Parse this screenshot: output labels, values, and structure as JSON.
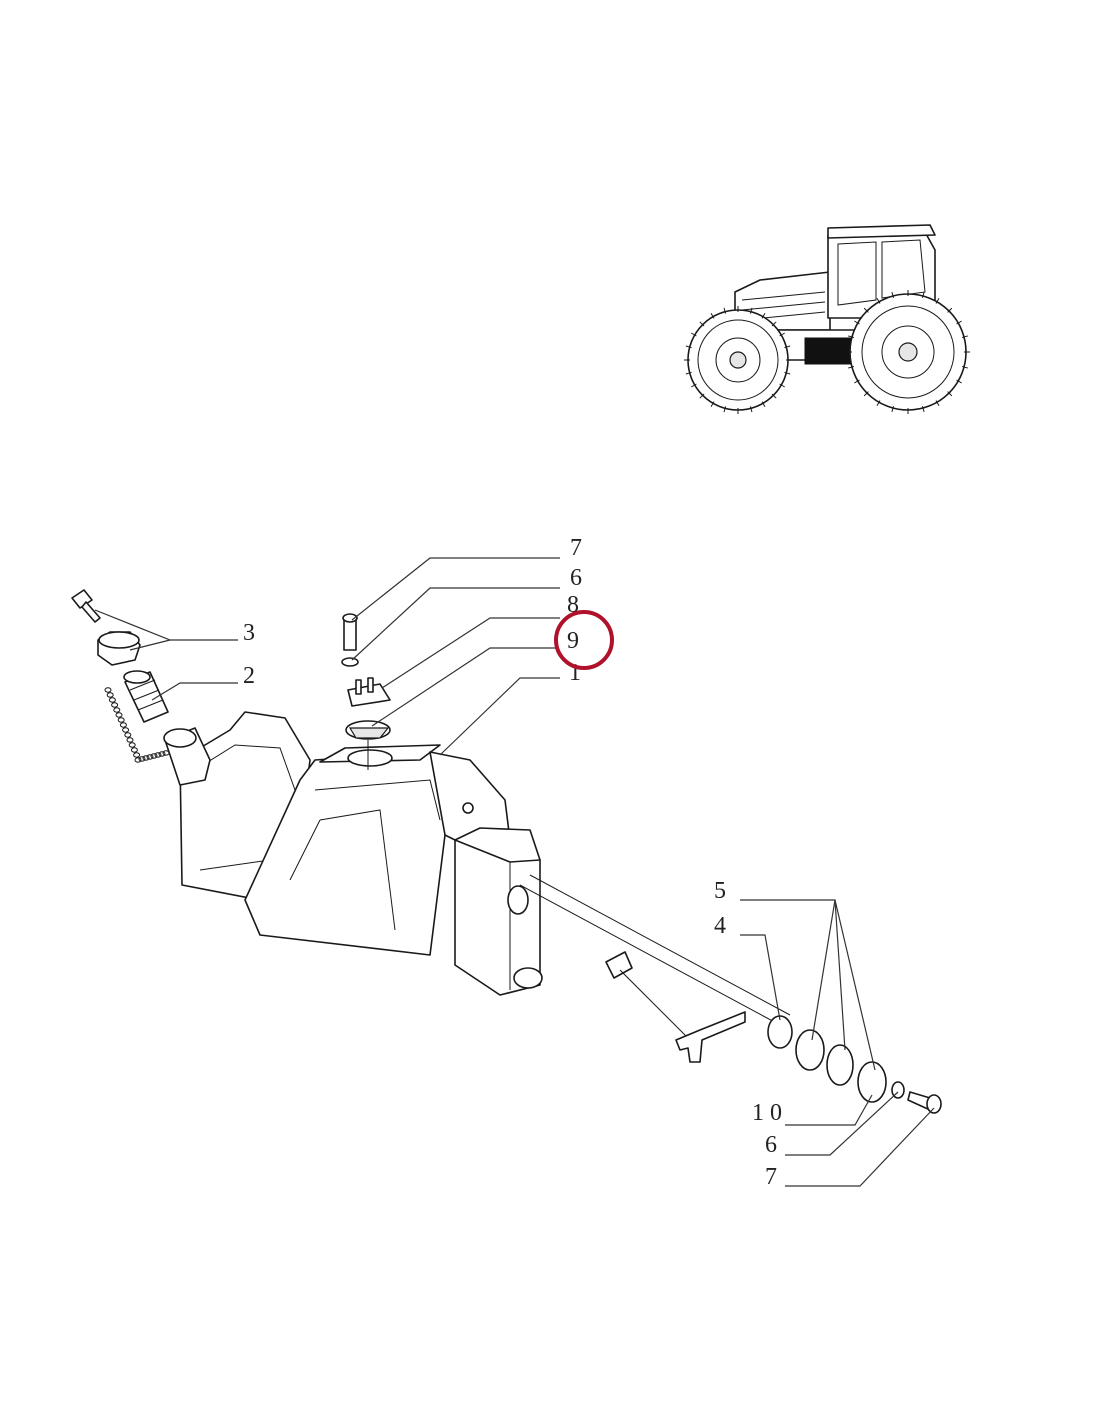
{
  "callouts": [
    {
      "id": "c7a",
      "text": "7"
    },
    {
      "id": "c6a",
      "text": "6"
    },
    {
      "id": "c8",
      "text": "8"
    },
    {
      "id": "c9",
      "text": "9"
    },
    {
      "id": "c1",
      "text": "1"
    },
    {
      "id": "c3",
      "text": "3"
    },
    {
      "id": "c2",
      "text": "2"
    },
    {
      "id": "c5",
      "text": "5"
    },
    {
      "id": "c4",
      "text": "4"
    },
    {
      "id": "c10",
      "text": "1 0"
    },
    {
      "id": "c6b",
      "text": "6"
    },
    {
      "id": "c7b",
      "text": "7"
    }
  ],
  "highlight": {
    "label": "9",
    "color": "#b0112b"
  },
  "colors": {
    "line": "#1a1a1a",
    "background": "#ffffff",
    "highlight": "#b0112b"
  }
}
